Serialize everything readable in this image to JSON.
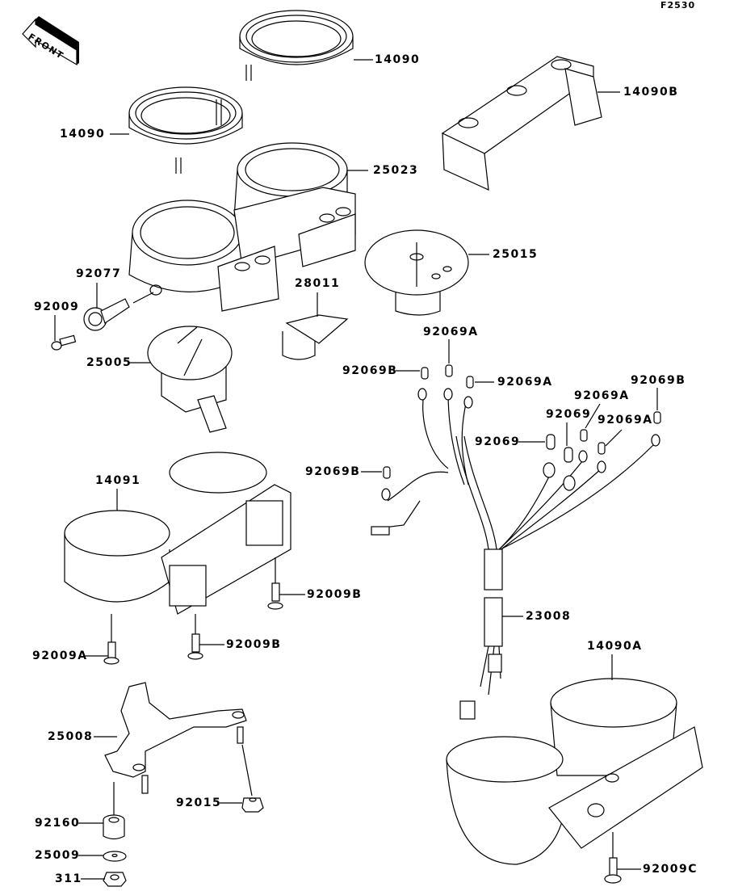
{
  "diagram": {
    "code": "F2530",
    "front_label": "FRONT",
    "parts": [
      {
        "id": "14090-top",
        "label": "14090",
        "name": "Meter cover (upper ring)"
      },
      {
        "id": "14090-left",
        "label": "14090",
        "name": "Meter cover (ring)"
      },
      {
        "id": "14090B",
        "label": "14090B",
        "name": "Meter cover bracket"
      },
      {
        "id": "25023",
        "label": "25023",
        "name": "Meter assembly"
      },
      {
        "id": "25015",
        "label": "25015",
        "name": "Tachometer dial"
      },
      {
        "id": "92077",
        "label": "92077",
        "name": "Knob"
      },
      {
        "id": "92009",
        "label": "92009",
        "name": "Screw"
      },
      {
        "id": "28011",
        "label": "28011",
        "name": "Lens"
      },
      {
        "id": "25005",
        "label": "25005",
        "name": "Speedometer dial"
      },
      {
        "id": "92069A-top",
        "label": "92069A",
        "name": "Bulb A"
      },
      {
        "id": "92069B-top",
        "label": "92069B",
        "name": "Bulb B"
      },
      {
        "id": "92069A-mid",
        "label": "92069A",
        "name": "Bulb A"
      },
      {
        "id": "92069A-r1",
        "label": "92069A",
        "name": "Bulb A"
      },
      {
        "id": "92069B-right",
        "label": "92069B",
        "name": "Bulb B"
      },
      {
        "id": "92069-1",
        "label": "92069",
        "name": "Bulb"
      },
      {
        "id": "92069A-r2",
        "label": "92069A",
        "name": "Bulb A"
      },
      {
        "id": "92069-2",
        "label": "92069",
        "name": "Bulb"
      },
      {
        "id": "92069B-left",
        "label": "92069B",
        "name": "Bulb B"
      },
      {
        "id": "14091",
        "label": "14091",
        "name": "Meter case"
      },
      {
        "id": "92009B-right",
        "label": "92009B",
        "name": "Screw B"
      },
      {
        "id": "92009A",
        "label": "92009A",
        "name": "Screw A"
      },
      {
        "id": "92009B-mid",
        "label": "92009B",
        "name": "Screw B"
      },
      {
        "id": "23008",
        "label": "23008",
        "name": "Wire harness"
      },
      {
        "id": "14090A",
        "label": "14090A",
        "name": "Lower meter cover"
      },
      {
        "id": "25008",
        "label": "25008",
        "name": "Meter bracket"
      },
      {
        "id": "92015",
        "label": "92015",
        "name": "Nut"
      },
      {
        "id": "92160",
        "label": "92160",
        "name": "Damper"
      },
      {
        "id": "25009",
        "label": "25009",
        "name": "Washer"
      },
      {
        "id": "311",
        "label": "311",
        "name": "Nut"
      },
      {
        "id": "92009C",
        "label": "92009C",
        "name": "Screw C"
      }
    ]
  }
}
